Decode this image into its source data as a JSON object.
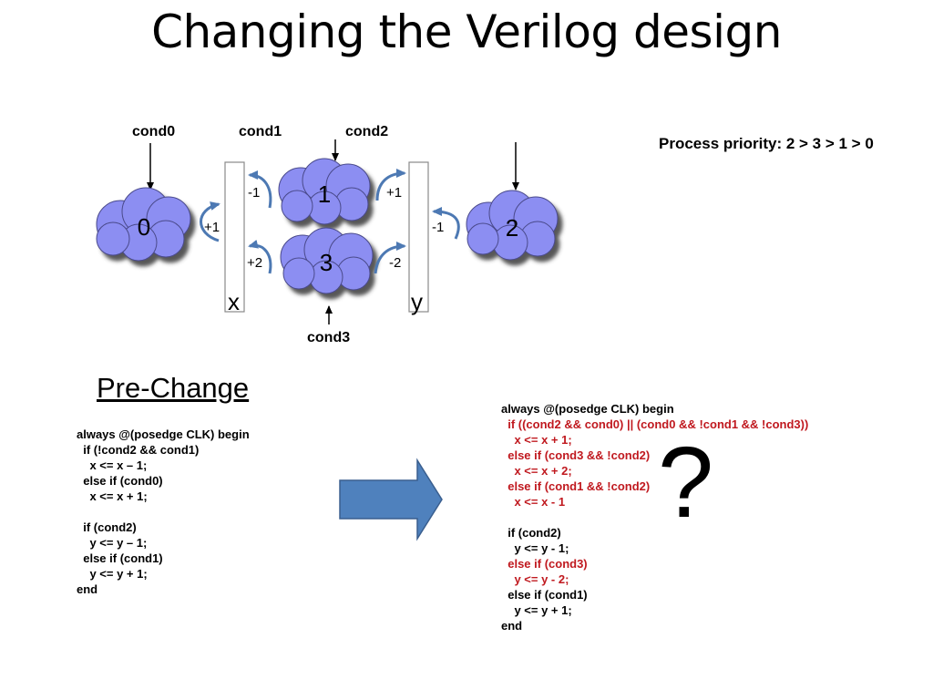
{
  "slide": {
    "title": "Changing the Verilog design"
  },
  "diagram": {
    "conditions": {
      "cond0": "cond0",
      "cond1": "cond1",
      "cond2": "cond2",
      "cond3": "cond3"
    },
    "processes": [
      "0",
      "1",
      "3",
      "2"
    ],
    "registers": {
      "x": "x",
      "y": "y"
    },
    "edge_labels": {
      "p0_to_x": "+1",
      "p1_to_x": "-1",
      "p3_to_x": "+2",
      "p1_to_y": "+1",
      "p2_to_y": "-1",
      "p3_to_y": "-2"
    },
    "priority": "Process priority: 2 > 3 > 1 > 0",
    "colors": {
      "cloud_fill": "#8c8ef2",
      "cloud_shadow": "#4a4a4a",
      "arrow_stroke": "#4d79b3",
      "big_arrow": "#4f81bd",
      "highlight_red": "#c0191f"
    }
  },
  "pre_change": {
    "heading": "Pre-Change",
    "lines": [
      "always @(posedge CLK) begin",
      "  if (!cond2 && cond1)",
      "    x <= x – 1;",
      "  else if (cond0)",
      "    x <= x + 1;",
      "",
      "  if (cond2)",
      "    y <= y – 1;",
      "  else if (cond1)",
      "    y <= y + 1;",
      "end"
    ]
  },
  "post_change": {
    "lines": [
      {
        "text": "always @(posedge CLK) begin",
        "red": false
      },
      {
        "text": "  if ((cond2 && cond0) || (cond0 && !cond1 && !cond3))",
        "red": true
      },
      {
        "text": "    x <= x + 1;",
        "red": true
      },
      {
        "text": "  else if (cond3 && !cond2)",
        "red": true
      },
      {
        "text": "    x <= x + 2;",
        "red": true
      },
      {
        "text": "  else if (cond1 && !cond2)",
        "red": true
      },
      {
        "text": "    x <= x - 1",
        "red": true
      },
      {
        "text": "",
        "red": false
      },
      {
        "text": "  if (cond2)",
        "red": false
      },
      {
        "text": "    y <= y - 1;",
        "red": false
      },
      {
        "text": "  else if (cond3)",
        "red": true
      },
      {
        "text": "    y <= y - 2;",
        "red": true
      },
      {
        "text": "  else if (cond1)",
        "red": false
      },
      {
        "text": "    y <= y + 1;",
        "red": false
      },
      {
        "text": "end",
        "red": false
      }
    ],
    "unknown_mark": "?"
  }
}
